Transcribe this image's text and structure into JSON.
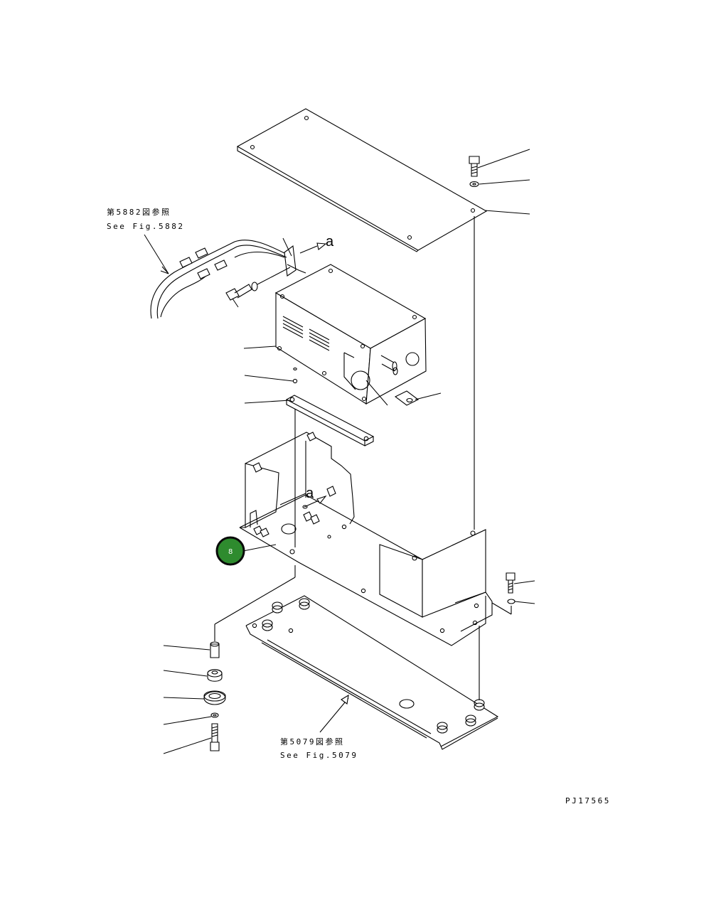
{
  "references": {
    "fig5882_jp": "第5882図参照",
    "fig5882_en": "See Fig.5882",
    "fig5079_jp": "第5079図参照",
    "fig5079_en": "See Fig.5079"
  },
  "view_labels": {
    "upper": "a",
    "lower": "a"
  },
  "callout": {
    "number": "8",
    "color": "#2e8b2e",
    "border": "#0a0a0a"
  },
  "drawing_code": "PJ17565"
}
